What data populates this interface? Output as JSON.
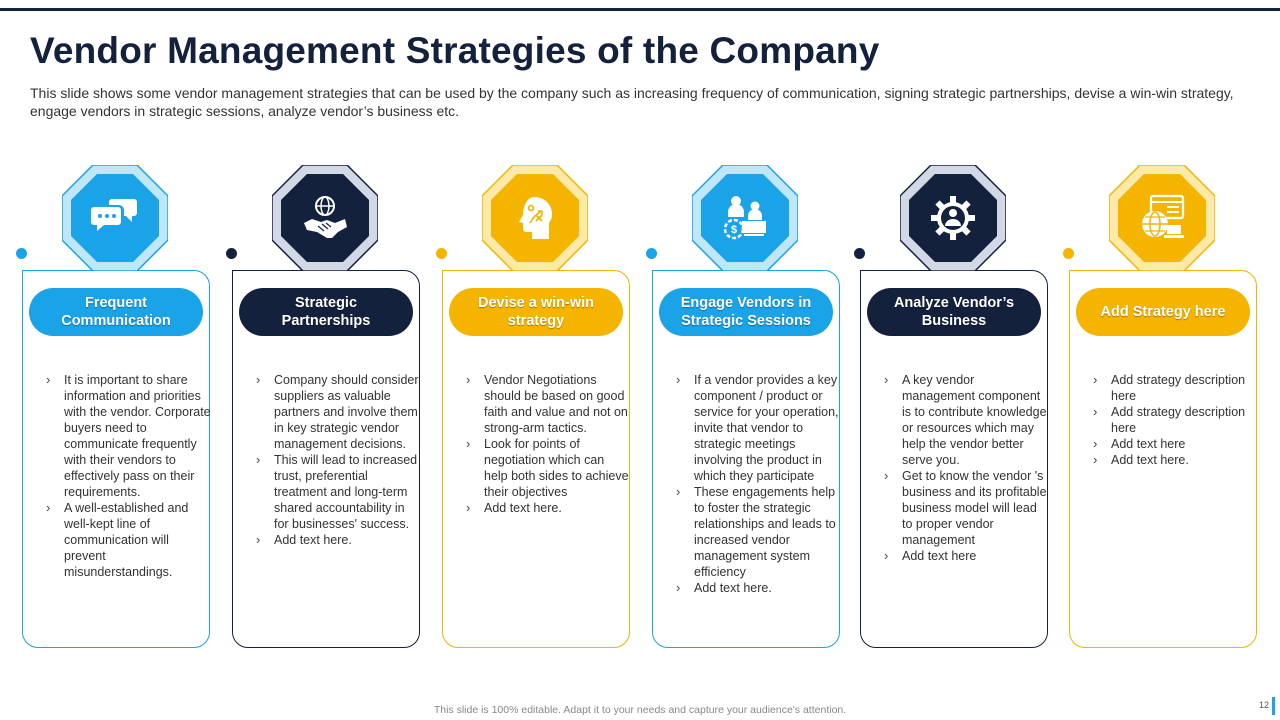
{
  "title": "Vendor Management Strategies of the Company",
  "subtitle": "This slide shows some vendor management strategies that can be used by the company such as increasing frequency of communication, signing strategic partnerships, devise a win-win strategy, engage vendors in strategic sessions, analyze vendor’s business etc.",
  "colors": {
    "light_blue": "#1aa3e6",
    "navy": "#14213d",
    "yellow": "#f5b400"
  },
  "strategies": [
    {
      "heading": "Frequent Communication",
      "icon": "chat-bubbles-icon",
      "bullets": [
        "It is important to share information and priorities with the vendor. Corporate buyers need to communicate frequently with their vendors to effectively pass on their requirements.",
        "A well-established and well-kept line of communication will prevent misunderstandings."
      ]
    },
    {
      "heading": "Strategic Partnerships",
      "icon": "globe-handshake-icon",
      "bullets": [
        "Company should consider suppliers as valuable partners and involve them in key strategic vendor management decisions.",
        "This will lead to increased trust, preferential treatment and long-term shared accountability in for businesses' success.",
        "Add text here."
      ]
    },
    {
      "heading": "Devise a win-win strategy",
      "icon": "head-strategy-icon",
      "bullets": [
        "Vendor Negotiations should be based on good faith and value and not on strong-arm tactics.",
        "Look for points of negotiation which can help both sides to achieve their objectives",
        "Add text here."
      ]
    },
    {
      "heading": "Engage Vendors in Strategic Sessions",
      "icon": "business-meeting-icon",
      "bullets": [
        "If a vendor provides a key component / product or service for your operation, invite that vendor to strategic meetings involving the product in which they participate",
        "These engagements help to foster the strategic relationships and leads to increased vendor management system efficiency",
        "Add text here."
      ]
    },
    {
      "heading": "Analyze Vendor’s Business",
      "icon": "gear-person-icon",
      "bullets": [
        "A key vendor management component is to contribute knowledge or resources which may help the vendor better serve you.",
        "Get to know the vendor 's business and its profitable business model will lead to proper vendor management",
        "Add text here"
      ]
    },
    {
      "heading": "Add Strategy here",
      "icon": "web-globe-laptop-icon",
      "bullets": [
        "Add strategy description here",
        "Add strategy description here",
        "Add text here",
        "Add text here."
      ]
    }
  ],
  "footer": "This slide is 100% editable. Adapt it to your needs and capture your audience's attention.",
  "page_number": "12"
}
